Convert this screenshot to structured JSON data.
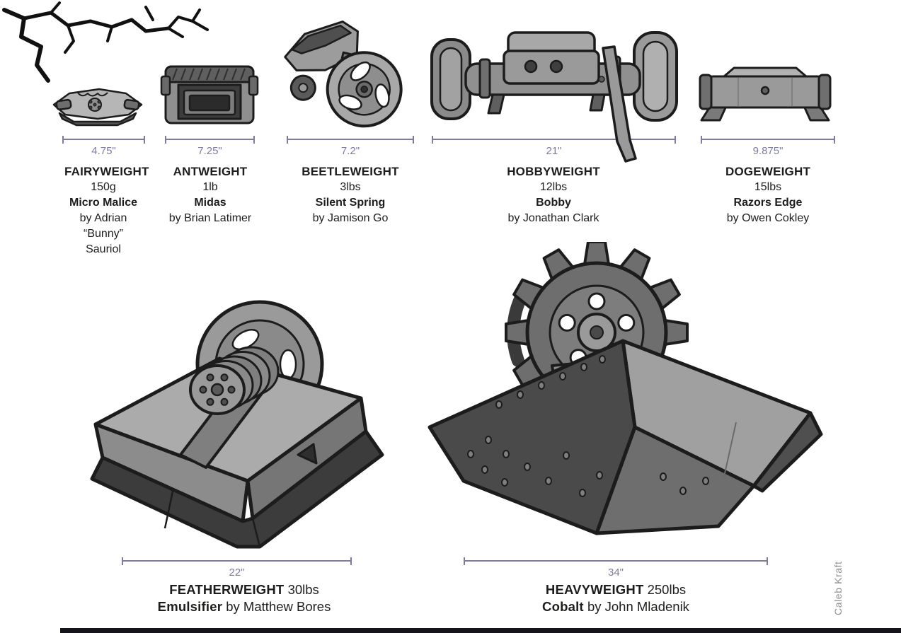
{
  "credit": "Caleb Kraft",
  "colors": {
    "measure": "#7e7c9e",
    "ink": "#1d1d1b",
    "bar": "#15141d"
  },
  "small_bots": [
    {
      "size": "4.75\"",
      "class_name": "FAIRYWEIGHT",
      "weight": "150g",
      "bot_name": "Micro Malice",
      "builder": "by Adrian “Bunny” Sauriol"
    },
    {
      "size": "7.25\"",
      "class_name": "ANTWEIGHT",
      "weight": "1lb",
      "bot_name": "Midas",
      "builder": "by Brian Latimer"
    },
    {
      "size": "7.2\"",
      "class_name": "BEETLEWEIGHT",
      "weight": "3lbs",
      "bot_name": "Silent Spring",
      "builder": "by Jamison Go"
    },
    {
      "size": "21\"",
      "class_name": "HOBBYWEIGHT",
      "weight": "12lbs",
      "bot_name": "Bobby",
      "builder": "by Jonathan Clark"
    },
    {
      "size": "9.875\"",
      "class_name": "DOGEWEIGHT",
      "weight": "15lbs",
      "bot_name": "Razors Edge",
      "builder": "by Owen Cokley"
    }
  ],
  "large_bots": [
    {
      "size": "22\"",
      "class_name": "FEATHERWEIGHT",
      "weight": "30lbs",
      "bot_name": "Emulsifier",
      "builder": "by Matthew Bores"
    },
    {
      "size": "34\"",
      "class_name": "HEAVYWEIGHT",
      "weight": "250lbs",
      "bot_name": "Cobalt",
      "builder": "by John Mladenik"
    }
  ]
}
